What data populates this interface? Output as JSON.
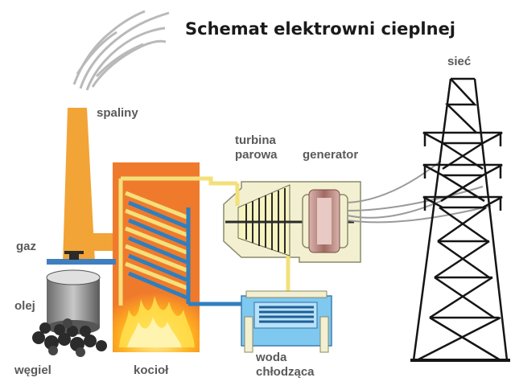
{
  "title": "Schemat elektrowni cieplnej",
  "labels": {
    "spaliny": "spaliny",
    "turbina_line1": "turbina",
    "turbina_line2": "parowa",
    "generator": "generator",
    "siec": "sieć",
    "gaz": "gaz",
    "olej": "olej",
    "wegiel": "węgiel",
    "kociol": "kocioł",
    "woda_line1": "woda",
    "woda_line2": "chłodząca"
  },
  "colors": {
    "chimney": "#f2a437",
    "boiler": "#f07a2c",
    "steam_pipe": "#f3e07a",
    "water_pipe": "#2f7fbf",
    "housing": "#f2f0d0",
    "generator_core": "#b08078",
    "cooling_tank": "#7fc8ef",
    "tower": "#151515",
    "label_text": "#5a5a5a"
  }
}
